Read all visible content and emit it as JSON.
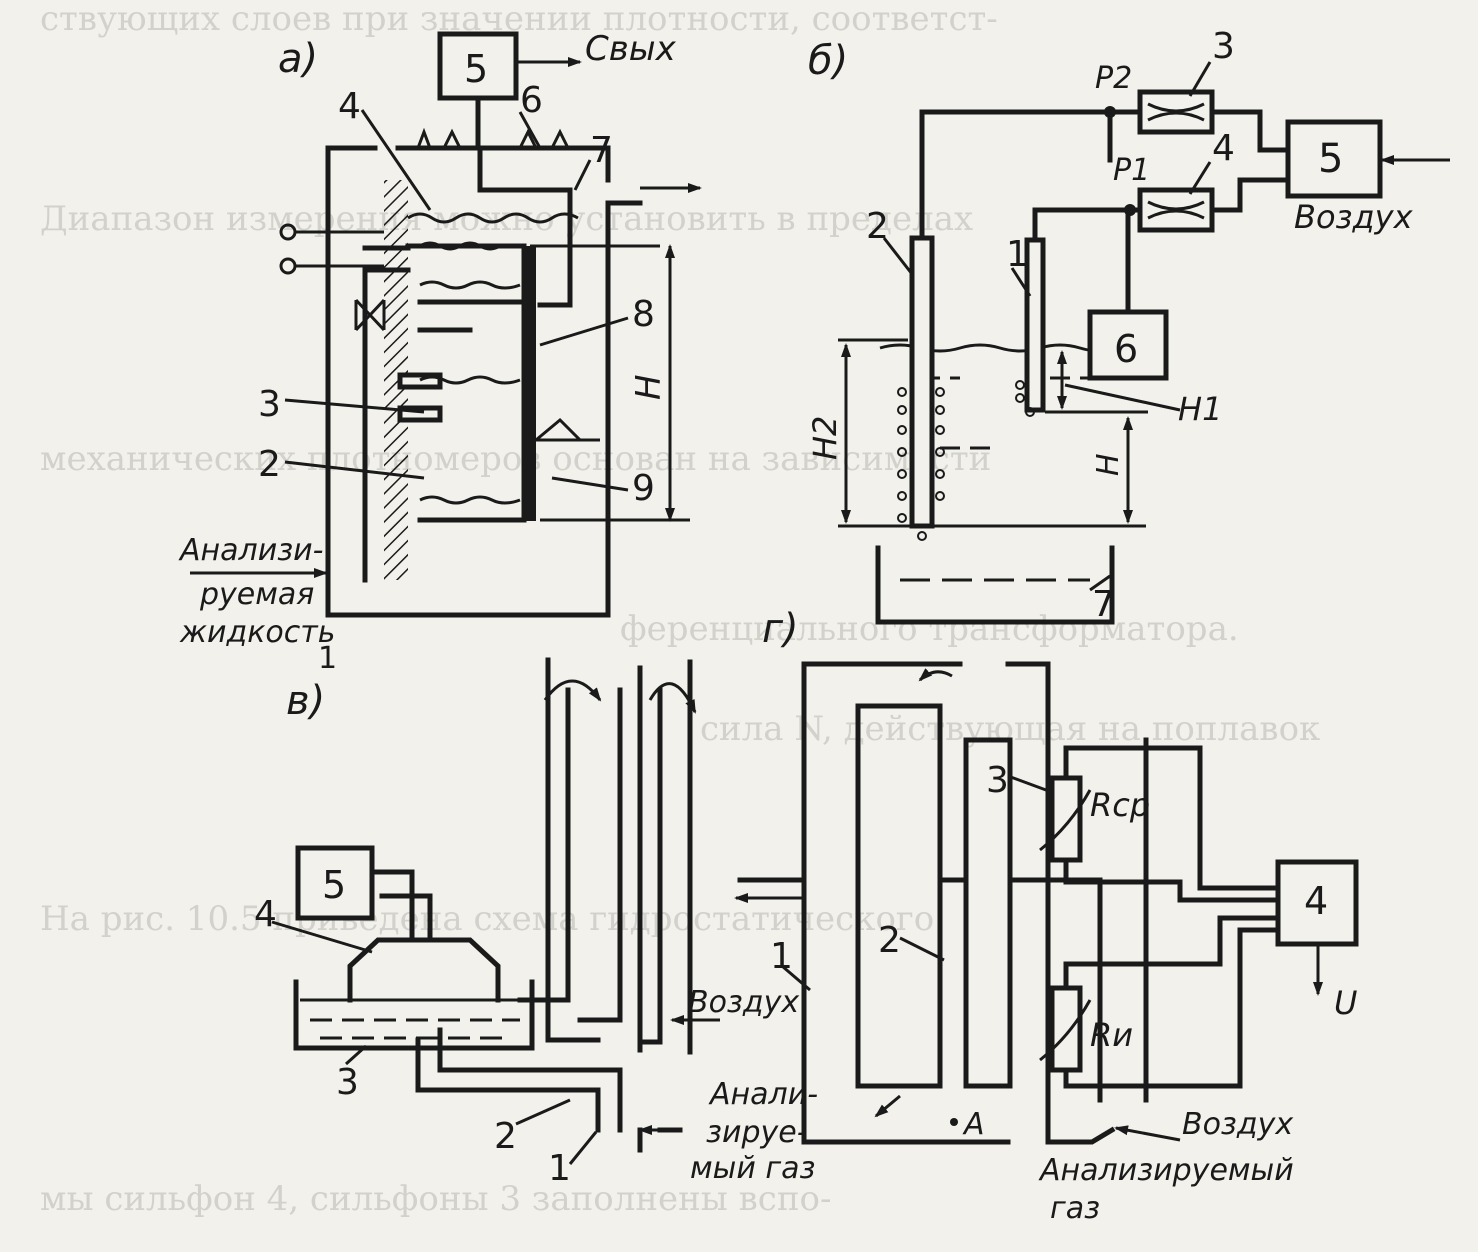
{
  "panels": {
    "a": {
      "label": "а)",
      "callouts": [
        "1",
        "2",
        "3",
        "4",
        "5",
        "6",
        "7",
        "8",
        "9"
      ],
      "height": "H",
      "output": "Свых",
      "input": "Анализи-|руемая|жидкость"
    },
    "b": {
      "label": "б)",
      "callouts": [
        "1",
        "2",
        "3",
        "4",
        "5",
        "6",
        "7"
      ],
      "p2": "P2",
      "p1": "P1",
      "h1": "H1",
      "h2": "H2",
      "h": "H",
      "air": "Воздух"
    },
    "v": {
      "label": "в)",
      "callouts": [
        "1",
        "2",
        "3",
        "4",
        "5"
      ],
      "air": "Воздух",
      "gas": "Анали-|зируе-|мый газ"
    },
    "g": {
      "label": "г)",
      "callouts": [
        "1",
        "2",
        "3",
        "4"
      ],
      "rcp": "Rср",
      "ri": "Rи",
      "u": "U",
      "air": "Воздух",
      "gas": "Анализируемый|газ",
      "pointA": "А"
    }
  }
}
